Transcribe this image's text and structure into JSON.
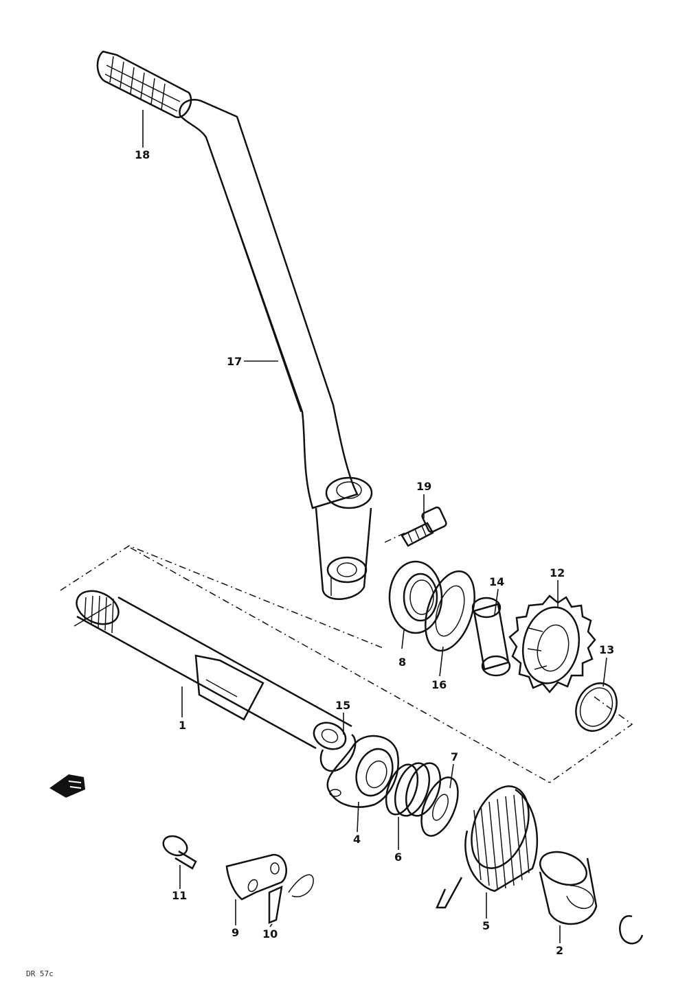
{
  "diagram": {
    "drawing_code": "DR 57c",
    "colors": {
      "ink": "#111111",
      "background": "#ffffff"
    },
    "parts": [
      {
        "number": "1",
        "name": "kick-starter-shaft"
      },
      {
        "number": "2",
        "name": "spring-guide"
      },
      {
        "number": "4",
        "name": "return-spring"
      },
      {
        "number": "5",
        "name": "spring-retainer"
      },
      {
        "number": "6",
        "name": "spring"
      },
      {
        "number": "7",
        "name": "washer"
      },
      {
        "number": "8",
        "name": "oil-seal"
      },
      {
        "number": "9",
        "name": "stopper-plate"
      },
      {
        "number": "10",
        "name": "pin"
      },
      {
        "number": "11",
        "name": "screw"
      },
      {
        "number": "12",
        "name": "kick-gear"
      },
      {
        "number": "13",
        "name": "circlip"
      },
      {
        "number": "14",
        "name": "circlip-small"
      },
      {
        "number": "15",
        "name": "spacer"
      },
      {
        "number": "16",
        "name": "washer-16"
      },
      {
        "number": "17",
        "name": "kick-lever"
      },
      {
        "number": "18",
        "name": "rubber-grip"
      },
      {
        "number": "19",
        "name": "bolt"
      }
    ]
  }
}
